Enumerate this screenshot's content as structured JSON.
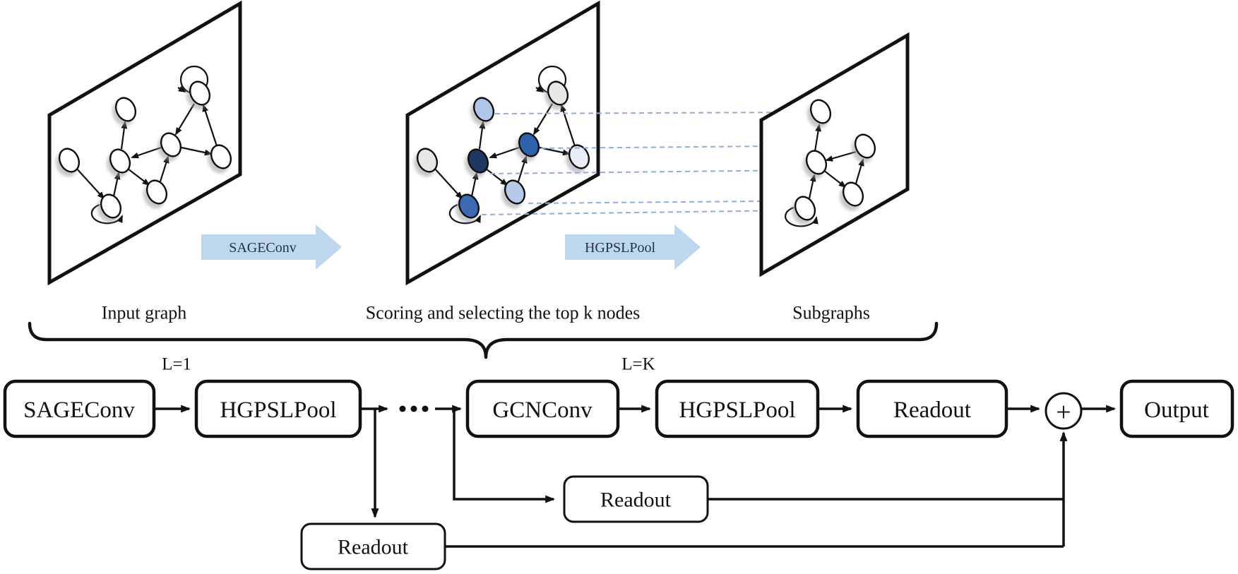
{
  "panels": {
    "input": {
      "caption": "Input graph"
    },
    "scoring": {
      "caption": "Scoring and selecting the top k nodes"
    },
    "subgraphs": {
      "caption": "Subgraphs"
    }
  },
  "transform_arrows": {
    "first_label": "SAGEConv",
    "second_label": "HGPSLPool"
  },
  "layer_labels": {
    "first": "L=1",
    "last": "L=K"
  },
  "flow": {
    "sageconv": "SAGEConv",
    "hgpslpool1": "HGPSLPool",
    "gcnconv": "GCNConv",
    "hgpslpool2": "HGPSLPool",
    "readout_top": "Readout",
    "readout_mid": "Readout",
    "readout_bottom": "Readout",
    "sum_symbol": "+",
    "output": "Output"
  },
  "colors": {
    "stroke": "#111111",
    "block_arrow_fill": "#bdd7ee",
    "dashed_line": "#93abd6",
    "dashed_head": "#3c64b0",
    "node_white": "#ffffff",
    "node_grey": "#e9e7e3",
    "node_light_blue": "#aec7e8",
    "node_lighter_blue": "#b5cbe9",
    "node_dark_navy": "#1f3864",
    "node_medium_blue": "#2f62aa",
    "node_medium_blue2": "#3a6ab2",
    "node_pale_blue": "#e9effa"
  }
}
